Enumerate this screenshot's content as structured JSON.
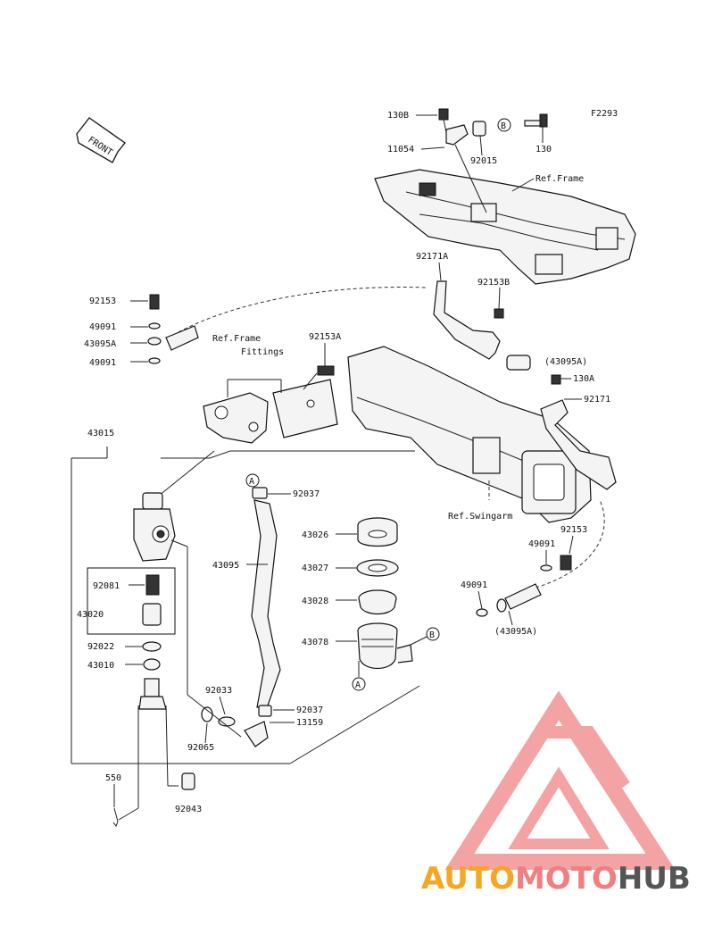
{
  "diagram_code": "F2293",
  "front_label": "FRONT",
  "refs": {
    "frame": "Ref.Frame",
    "frame_fittings_1": "Ref.Frame",
    "frame_fittings_2": "Fittings",
    "swingarm": "Ref.Swingarm"
  },
  "markers": {
    "a": "A",
    "b": "B"
  },
  "parts": {
    "p130B": "130B",
    "p11054": "11054",
    "p92015": "92015",
    "p130": "130",
    "p92171A": "92171A",
    "p92153B": "92153B",
    "p43095A_paren": "(43095A)",
    "p130A": "130A",
    "p92171": "92171",
    "p92153_left": "92153",
    "p49091_a": "49091",
    "p43095A": "43095A",
    "p49091_b": "49091",
    "p92153A": "92153A",
    "p43015": "43015",
    "p92037_top": "92037",
    "p43026": "43026",
    "p43095": "43095",
    "p43027": "43027",
    "p43028": "43028",
    "p92081": "92081",
    "p43020": "43020",
    "p43078": "43078",
    "p92022": "92022",
    "p43010": "43010",
    "p92033": "92033",
    "p92037_bot": "92037",
    "p13159": "13159",
    "p92065": "92065",
    "p550": "550",
    "p92043": "92043",
    "p92153_right": "92153",
    "p49091_r1": "49091",
    "p49091_r2": "49091",
    "p43095A_paren2": "(43095A)"
  },
  "watermark": {
    "part1": "AUTO",
    "part2": "MOTO",
    "part3": "HUB"
  },
  "colors": {
    "wm_orange": "#f5a623",
    "wm_red": "#f08080",
    "wm_grey": "#555555",
    "wm_logo": "#f29a9a"
  }
}
